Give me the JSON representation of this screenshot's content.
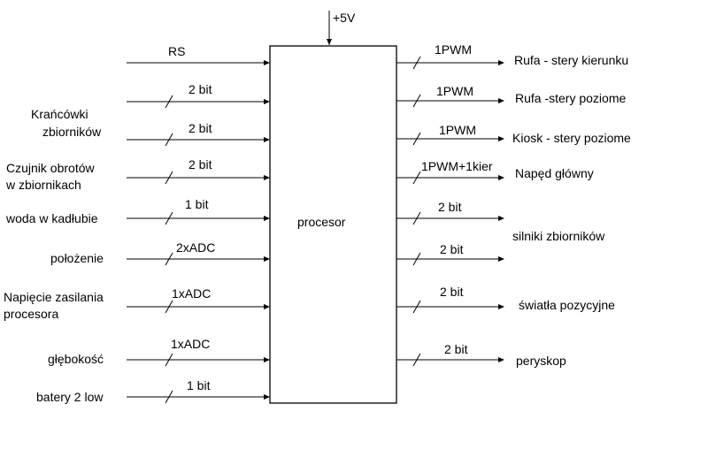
{
  "supply": "+5V",
  "processor_label": "procesor",
  "inputs": [
    {
      "label_lines": [
        "RS"
      ],
      "bus": ""
    },
    {
      "label_lines": [],
      "bus": "2 bit"
    },
    {
      "label_lines": [
        "Krańcówki",
        "zbiorników"
      ],
      "bus": "2 bit"
    },
    {
      "label_lines": [
        "Czujnik obrotów",
        "w zbiornikach"
      ],
      "bus": "2 bit"
    },
    {
      "label_lines": [
        "woda w kadłubie"
      ],
      "bus": "1 bit"
    },
    {
      "label_lines": [
        "położenie"
      ],
      "bus": "2xADC"
    },
    {
      "label_lines": [
        "Napięcie zasilania",
        "procesora"
      ],
      "bus": "1xADC"
    },
    {
      "label_lines": [
        "głębokość"
      ],
      "bus": "1xADC"
    },
    {
      "label_lines": [
        "batery 2 low"
      ],
      "bus": "1 bit"
    }
  ],
  "outputs": [
    {
      "bus": "1PWM",
      "label": "Rufa - stery kierunku"
    },
    {
      "bus": "1PWM",
      "label": "Rufa -stery poziome"
    },
    {
      "bus": "1PWM",
      "label": "Kiosk - stery poziome"
    },
    {
      "bus": "1PWM+1kier",
      "label": "Napęd główny"
    },
    {
      "bus": "2 bit",
      "label": ""
    },
    {
      "bus": "2 bit",
      "label": ""
    },
    {
      "bus": "2 bit",
      "label": "światła pozycyjne"
    },
    {
      "bus": "2 bit",
      "label": "peryskop"
    }
  ],
  "shared_output_label": "silniki zbiorników"
}
